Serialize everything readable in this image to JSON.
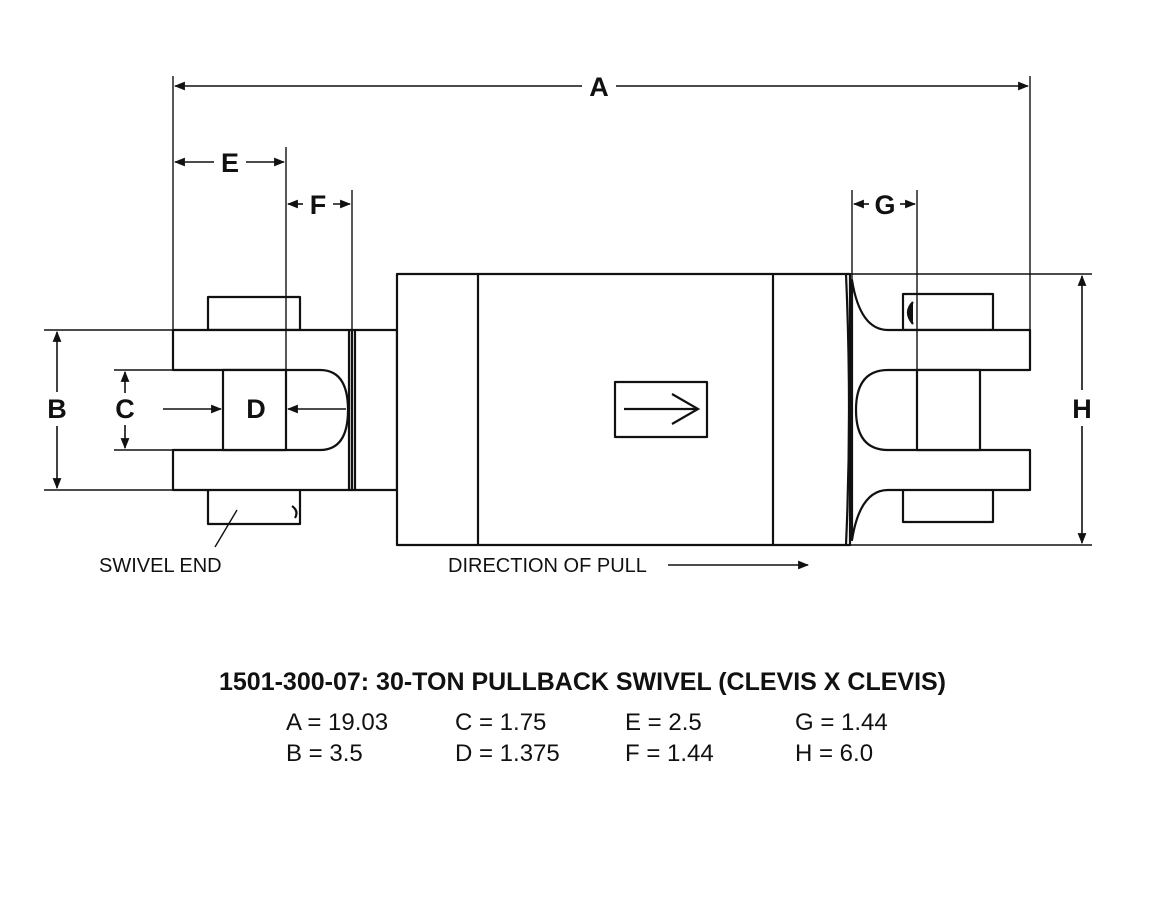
{
  "diagram": {
    "dimension_labels": {
      "A": "A",
      "B": "B",
      "C": "C",
      "D": "D",
      "E": "E",
      "F": "F",
      "G": "G",
      "H": "H"
    },
    "callouts": {
      "swivel_end": "SWIVEL END",
      "direction_of_pull": "DIRECTION OF PULL"
    }
  },
  "title": "1501-300-07: 30-TON PULLBACK SWIVEL (CLEVIS X CLEVIS)",
  "specs": [
    {
      "text": "A = 19.03"
    },
    {
      "text": "C = 1.75"
    },
    {
      "text": "E = 2.5"
    },
    {
      "text": "G = 1.44"
    },
    {
      "text": "B = 3.5"
    },
    {
      "text": "D = 1.375"
    },
    {
      "text": "F = 1.44"
    },
    {
      "text": "H = 6.0"
    }
  ]
}
